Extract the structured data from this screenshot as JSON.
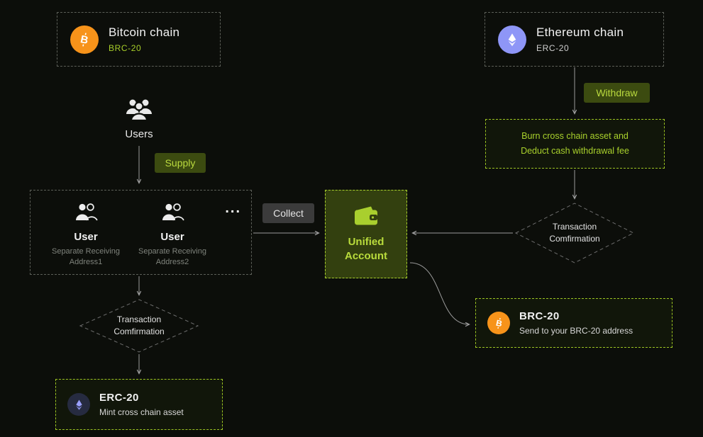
{
  "colors": {
    "background": "#0c0e0a",
    "accent_green": "#a8ce29",
    "button_green_bg": "#3c4b10",
    "collect_gray_bg": "#3b3b3b",
    "bitcoin_orange": "#f7931a",
    "eth_lavender": "#8e96f7",
    "dashed_gray": "#5c5f58"
  },
  "chains": {
    "bitcoin": {
      "title": "Bitcoin chain",
      "badge": "BRC-20"
    },
    "ethereum": {
      "title": "Ethereum chain",
      "badge": "ERC-20"
    }
  },
  "users_group": {
    "label": "Users"
  },
  "buttons": {
    "supply": "Supply",
    "collect": "Collect",
    "withdraw": "Withdraw"
  },
  "users_box": {
    "user1": {
      "label": "User",
      "line1": "Separate Receiving",
      "line2": "Address1"
    },
    "user2": {
      "label": "User",
      "line1": "Separate Receiving",
      "line2": "Address2"
    },
    "more": "..."
  },
  "unified_account": {
    "line1": "Unified",
    "line2": "Account"
  },
  "burn_note": {
    "line1": "Burn cross chain asset and",
    "line2": "Deduct cash withdrawal fee"
  },
  "confirm_right": {
    "line1": "Transaction",
    "line2": "Comfirmation"
  },
  "confirm_left": {
    "line1": "Transaction",
    "line2": "Comfirmation"
  },
  "brc20_note": {
    "title": "BRC-20",
    "subtitle": "Send to your BRC-20 address"
  },
  "erc20_note": {
    "title": "ERC-20",
    "subtitle": "Mint cross chain asset"
  }
}
